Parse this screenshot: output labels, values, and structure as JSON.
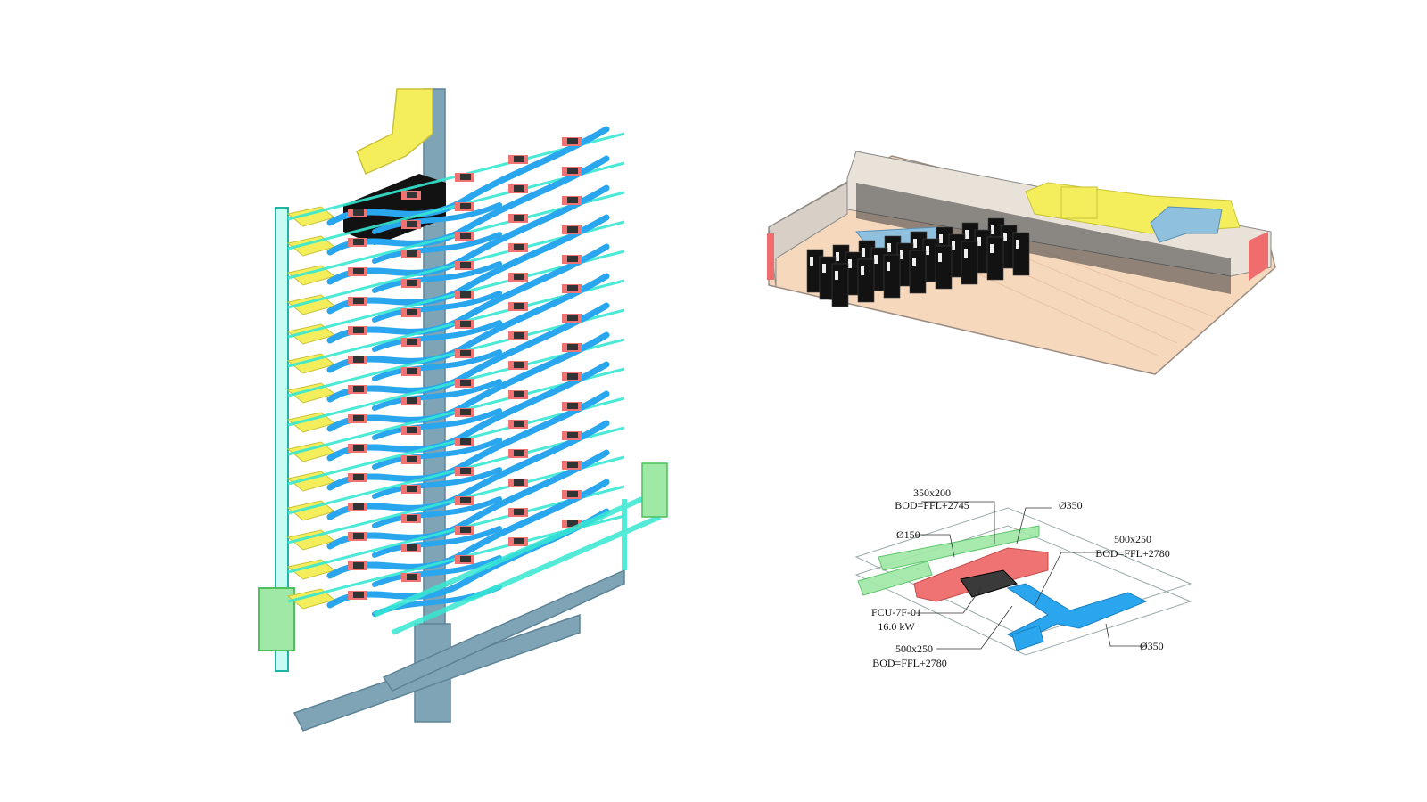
{
  "figure": {
    "panels": [
      {
        "name": "building-riser-isometric",
        "description_colors": [
          "cyan supply piping",
          "blue ducting",
          "red fan-coil units",
          "yellow exhaust",
          "grey-blue main riser"
        ]
      },
      {
        "name": "floor-plant-room-3d"
      },
      {
        "name": "fcu-detail-isometric"
      }
    ]
  },
  "colors": {
    "cyan": "#36e8d2",
    "cyan_edge": "#1fb5a6",
    "blue": "#2aa6ee",
    "blue_dark": "#1a7fc0",
    "red": "#ef7373",
    "yellow": "#f4ee5c",
    "greyblue": "#7ea4b6",
    "black": "#121212",
    "floor": "#f6d8bd",
    "wall": "#e9e2d8",
    "green": "#9fe8a6",
    "fire": "#f06d6d"
  },
  "detail_labels": {
    "duct_350x200": "350x200",
    "bod_2745": "BOD=FFL+2745",
    "dia_350_top": "Ø350",
    "dia_150": "Ø150",
    "duct_500x250_right": "500x250",
    "bod_2780_right": "BOD=FFL+2780",
    "fcu_id": "FCU-7F-01",
    "fcu_capacity": "16.0 kW",
    "duct_500x250_bottom": "500x250",
    "bod_2780_bottom": "BOD=FFL+2780",
    "dia_350_bottom": "Ø350"
  }
}
